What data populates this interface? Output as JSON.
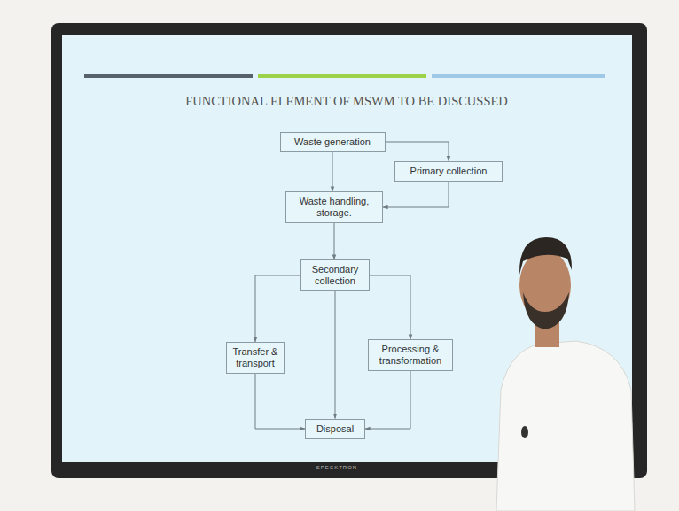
{
  "diagram": {
    "title": "FUNCTIONAL ELEMENT OF MSWM TO BE DISCUSSED",
    "nodes": [
      {
        "text": [
          "Waste generation"
        ]
      },
      {
        "text": [
          "Primary collection"
        ]
      },
      {
        "text": [
          "Waste handling, storage."
        ]
      },
      {
        "text": [
          "Secondary collection"
        ]
      },
      {
        "text": [
          "Transfer & transport"
        ]
      },
      {
        "text": [
          "Processing & transformation"
        ]
      },
      {
        "text": [
          "Disposal"
        ]
      }
    ],
    "edges": [
      {
        "from": 0,
        "to": 1,
        "arrow": "to"
      },
      {
        "from": 0,
        "to": 2,
        "arrow": "to"
      },
      {
        "from": 1,
        "to": 2,
        "arrow": "to"
      },
      {
        "from": 2,
        "to": 3,
        "arrow": "to"
      },
      {
        "from": 3,
        "to": 4,
        "arrow": "to"
      },
      {
        "from": 3,
        "to": 5,
        "arrow": "to"
      },
      {
        "from": 3,
        "to": 6,
        "arrow": "to"
      },
      {
        "from": 4,
        "to": 6,
        "arrow": "to"
      },
      {
        "from": 5,
        "to": 6,
        "arrow": "to"
      }
    ],
    "labels": [
      "SPECKTRON"
    ]
  }
}
